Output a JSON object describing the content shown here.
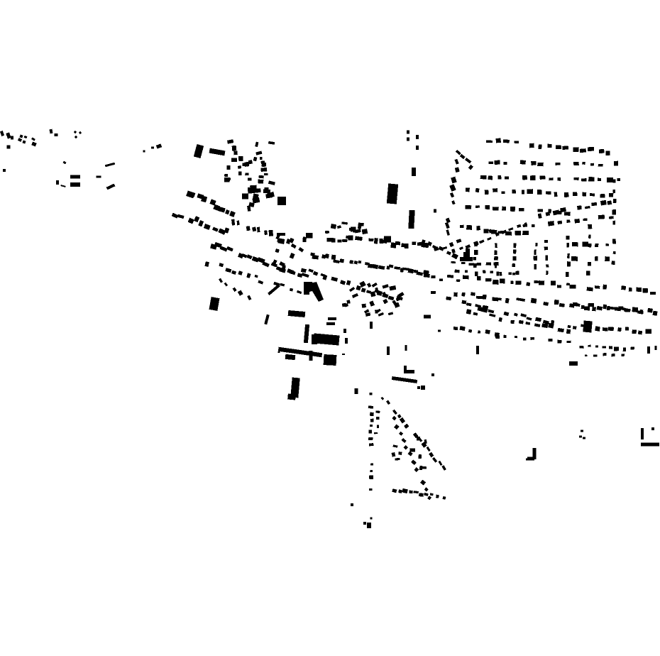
{
  "map": {
    "type": "figure-ground",
    "background_color": "#ffffff",
    "building_color": "#000000",
    "districts": [
      {
        "id": "northwest-hamlet",
        "kind": "scattered-houses"
      },
      {
        "id": "west-village",
        "kind": "dense-old-town"
      },
      {
        "id": "central-corridor",
        "kind": "main-street-ribbon"
      },
      {
        "id": "northeast-grid",
        "kind": "suburban-grid"
      },
      {
        "id": "industrial-south",
        "kind": "large-halls"
      },
      {
        "id": "south-wedge",
        "kind": "radial-houses"
      },
      {
        "id": "east-ribbon",
        "kind": "street-rows"
      },
      {
        "id": "far-east-outliers",
        "kind": "isolated-buildings"
      }
    ]
  }
}
